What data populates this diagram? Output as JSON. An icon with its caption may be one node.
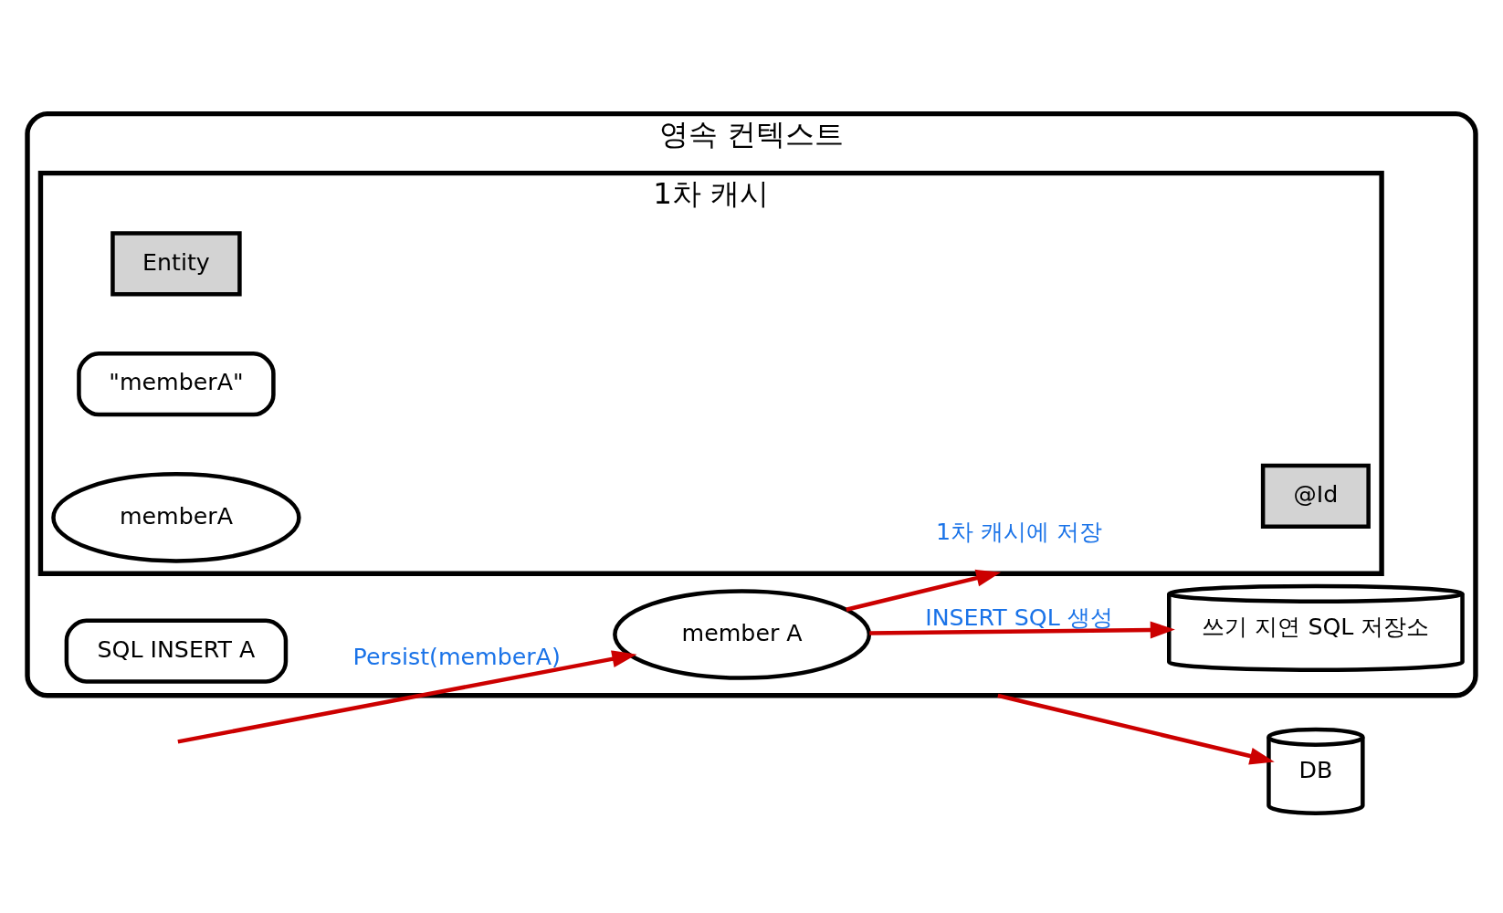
{
  "diagram": {
    "nodes": [
      {
        "text": [
          "영속 컨텍스트"
        ]
      },
      {
        "text": [
          "member A"
        ],
        "in": 0
      },
      {
        "text": [
          "쓰기 지연 SQL 저장소"
        ],
        "in": 0
      },
      {
        "text": [
          "SQL INSERT A"
        ],
        "in": 0
      },
      {
        "text": [
          "1차 캐시"
        ],
        "in": 0
      },
      {
        "text": [
          "@Id"
        ],
        "in": 4
      },
      {
        "text": [
          "Entity"
        ],
        "in": 4
      },
      {
        "text": [
          "\"memberA\""
        ],
        "in": 4
      },
      {
        "text": [
          "memberA"
        ],
        "in": 4
      },
      {
        "text": [
          "DB"
        ]
      }
    ],
    "edges": [
      {
        "from": null,
        "to": 1,
        "arrow": "to",
        "label": "Persist(memberA)"
      },
      {
        "from": 1,
        "to": 2,
        "arrow": "to",
        "label": "INSERT SQL 생성"
      },
      {
        "from": 1,
        "to": 4,
        "arrow": "to",
        "label": "1차 캐시에 저장"
      },
      {
        "from": 0,
        "to": 9,
        "arrow": "to"
      }
    ]
  }
}
